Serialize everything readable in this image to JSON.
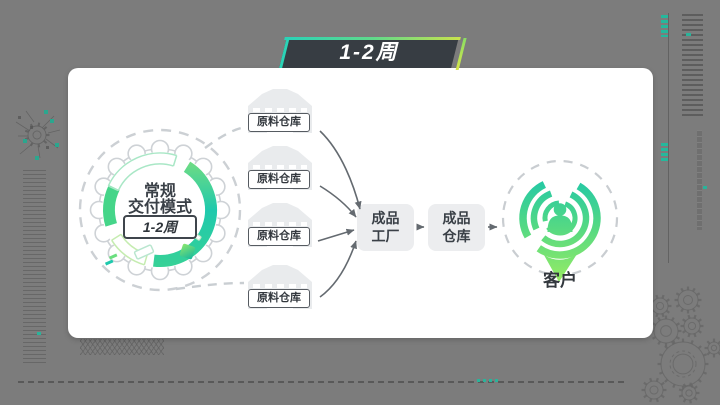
{
  "banner": {
    "label": "1-2周"
  },
  "diagram": {
    "gear_node": {
      "line1": "常规",
      "line2": "交付模式",
      "badge": "1-2周",
      "icon": "gear-icon"
    },
    "warehouses": [
      {
        "label": "原料仓库",
        "icon": "warehouse-icon"
      },
      {
        "label": "原料仓库",
        "icon": "warehouse-icon"
      },
      {
        "label": "原料仓库",
        "icon": "warehouse-icon"
      },
      {
        "label": "原料仓库",
        "icon": "warehouse-icon"
      }
    ],
    "factory": {
      "label": "成品\n工厂"
    },
    "finished_warehouse": {
      "label": "成品\n仓库"
    },
    "customer": {
      "label": "客户",
      "icon": "customer-target-icon"
    }
  },
  "colors": {
    "background": "#7c7c7c",
    "card": "#ffffff",
    "banner_bg": "#373d43",
    "accent_teal": "#1fc9ad",
    "accent_green": "#8ce76d",
    "accent_yellow_green": "#c9e24c",
    "text_dark": "#3a4047",
    "arrow_gray": "#646a70",
    "light_gray": "#e9ebed"
  }
}
